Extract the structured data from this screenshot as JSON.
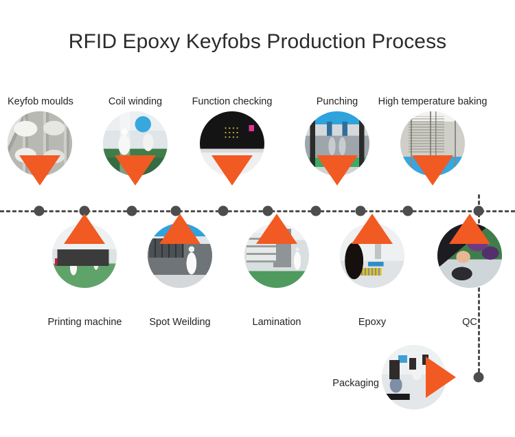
{
  "title": "RFID Epoxy Keyfobs Production Process",
  "colors": {
    "accent_orange": "#f15a22",
    "timeline_gray": "#4d4d4d",
    "text": "#231f20",
    "background": "#ffffff"
  },
  "timeline": {
    "orientation": "horizontal-dashed-with-vertical-branch",
    "dot_count": 11
  },
  "steps": {
    "top_row": [
      {
        "index": 1,
        "label": "Keyfob moulds",
        "photo": "keyfob-moulds-photo"
      },
      {
        "index": 3,
        "label": "Coil winding",
        "photo": "coil-winding-photo"
      },
      {
        "index": 5,
        "label": "Function checking",
        "photo": "function-checking-photo"
      },
      {
        "index": 7,
        "label": "Punching",
        "photo": "punching-photo"
      },
      {
        "index": 9,
        "label": "High temperature baking",
        "photo": "high-temperature-baking-photo"
      }
    ],
    "bottom_row": [
      {
        "index": 2,
        "label": "Printing machine",
        "photo": "printing-machine-photo"
      },
      {
        "index": 4,
        "label": "Spot Weilding",
        "photo": "spot-welding-photo"
      },
      {
        "index": 6,
        "label": "Lamination",
        "photo": "lamination-photo"
      },
      {
        "index": 8,
        "label": "Epoxy",
        "photo": "epoxy-photo"
      },
      {
        "index": 10,
        "label": "QC",
        "photo": "qc-photo"
      }
    ],
    "final": [
      {
        "index": 11,
        "label": "Packaging",
        "photo": "packaging-photo"
      }
    ]
  }
}
